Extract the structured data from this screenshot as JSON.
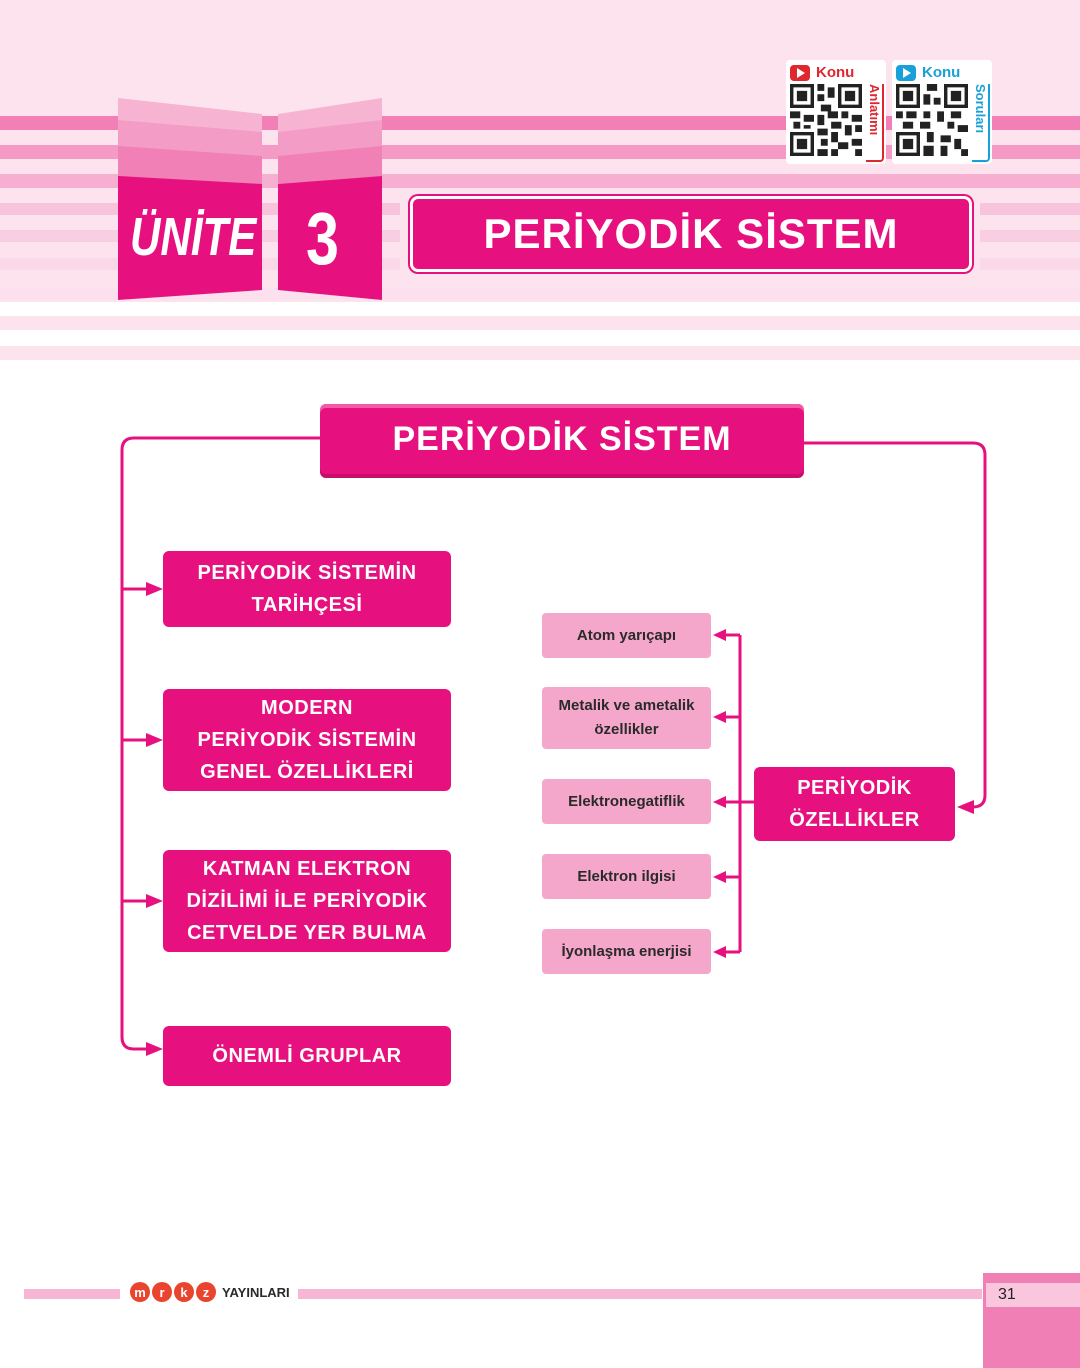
{
  "header": {
    "unit_word": "ÜNİTE",
    "unit_number": "3",
    "unit_title": "PERİYODİK SİSTEM",
    "qr_cards": [
      {
        "head": "Konu",
        "side": "Anlatımı",
        "color": "#e0262f"
      },
      {
        "head": "Konu",
        "side": "Soruları",
        "color": "#1aa0d8"
      }
    ]
  },
  "map": {
    "root": "PERİYODİK SİSTEM",
    "topics": [
      "PERİYODİK SİSTEMİN\nTARİHÇESİ",
      "MODERN\nPERİYODİK SİSTEMİN\nGENEL ÖZELLİKLERİ",
      "KATMAN ELEKTRON\nDİZİLİMİ İLE PERİYODİK\nCETVELDE YER BULMA",
      "ÖNEMLİ GRUPLAR"
    ],
    "periodic_properties": "PERİYODİK\nÖZELLİKLER",
    "properties": [
      "Atom yarıçapı",
      "Metalik ve ametalik\nözellikler",
      "Elektronegatiflik",
      "Elektron ilgisi",
      "İyonlaşma enerjisi"
    ]
  },
  "footer": {
    "logo_letters": [
      "m",
      "r",
      "k",
      "z"
    ],
    "publisher": "YAYINLARI",
    "page_number": "31"
  },
  "colors": {
    "magenta": "#e6117f",
    "light_pink": "#f5a7cb",
    "header_pink": "#fde3ee"
  }
}
